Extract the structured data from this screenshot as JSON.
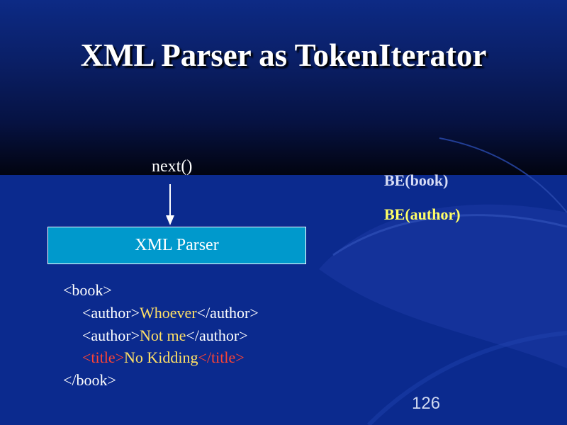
{
  "slide": {
    "title": "XML Parser as TokenIterator",
    "call_label": "next()",
    "parser_label": "XML Parser",
    "events": [
      {
        "text": "BE(book)",
        "color": "#d6dcf5"
      },
      {
        "text": "BE(author)",
        "color": "#ffff66"
      }
    ],
    "xml_lines": {
      "book_open": "<book>",
      "author1_open": "<author>",
      "author1_text": "Whoever",
      "author1_close": "</author>",
      "author2_open": "<author>",
      "author2_text": "Not me",
      "author2_close": "</author>",
      "title_open": "<title>",
      "title_text": "No Kidding",
      "title_close": "</title>",
      "book_close": "</book>"
    },
    "page_number": "126",
    "colors": {
      "background": "#0b2a8e",
      "parser_box": "#0099cc",
      "xml_text": "#ffe066",
      "xml_title_tag": "#ff4433"
    }
  }
}
